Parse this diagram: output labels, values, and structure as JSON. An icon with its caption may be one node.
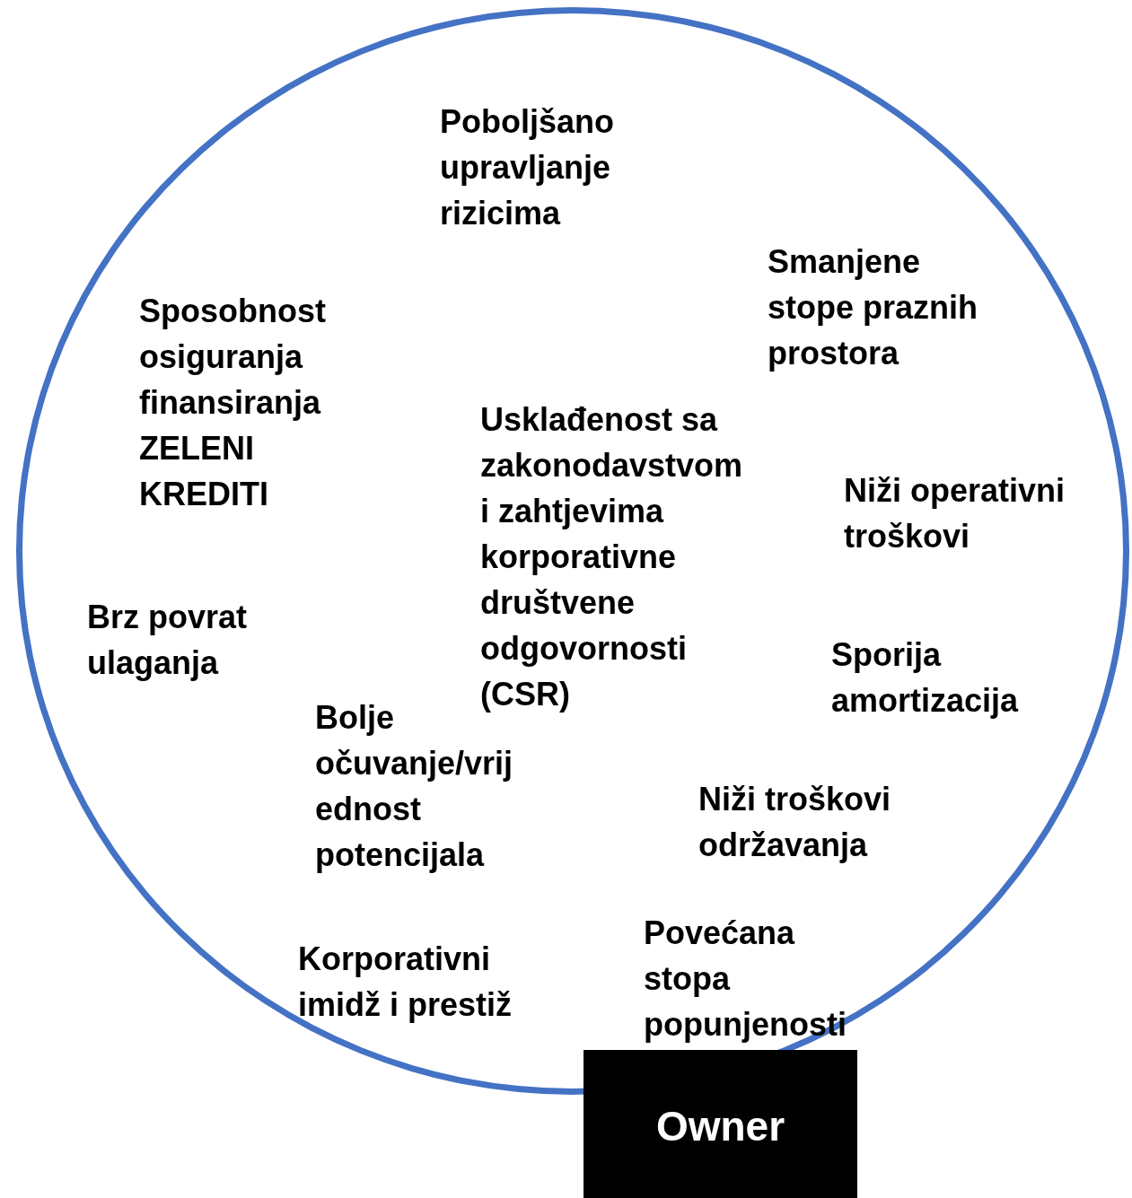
{
  "diagram": {
    "nodes": [
      {
        "text": [
          "Poboljšano upravljanje rizicima",
          "Smanjene stope praznih prostora",
          "Sposobnost osiguranja finansiranja ZELENI KREDITI",
          "Usklađenost sa zakonodavstvom i zahtjevima korporativne društvene odgovornosti (CSR)",
          "Niži operativni troškovi",
          "Brz povrat ulaganja",
          "Sporija amortizacija",
          "Bolje očuvanje/vrij ednost potencijala",
          "Niži troškovi održavanja",
          "Povećana stopa popunjenosti",
          "Korporativni imidž i prestiž"
        ]
      },
      {
        "text": [
          "Owner"
        ]
      }
    ],
    "edges": []
  }
}
